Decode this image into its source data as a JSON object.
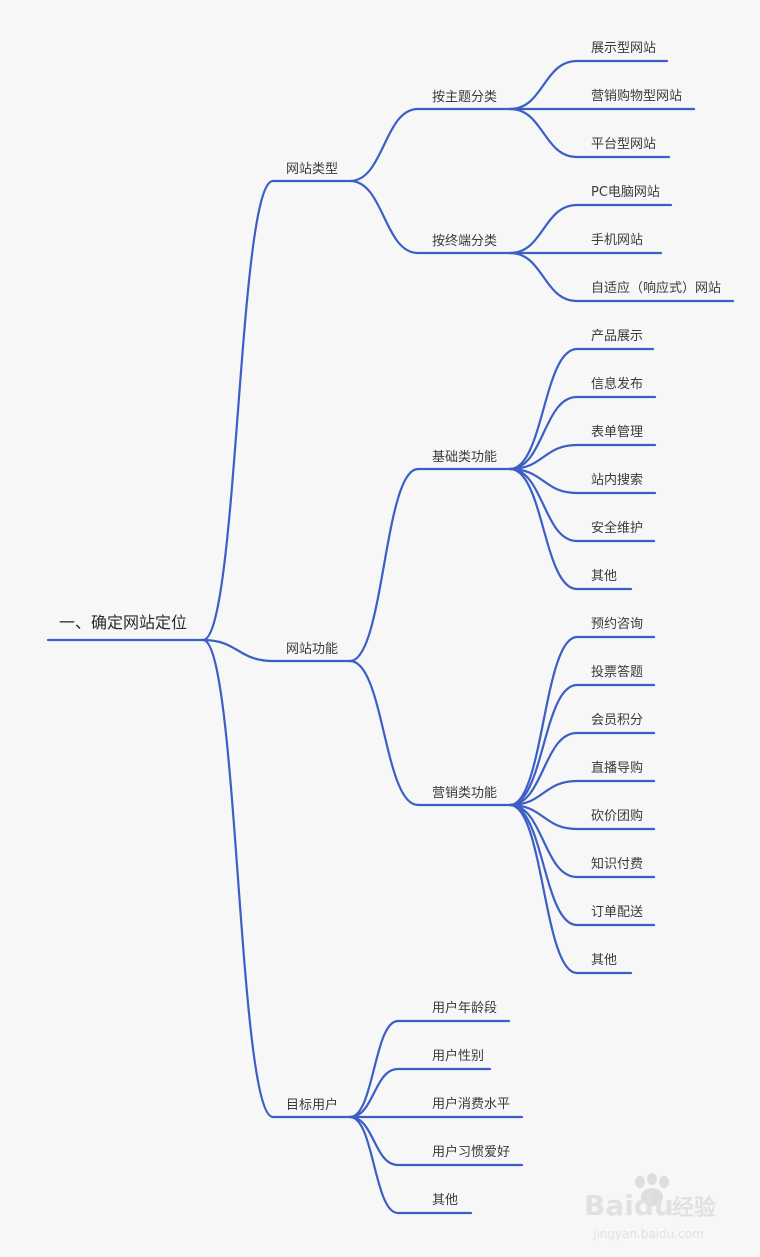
{
  "root": {
    "label": "一、确定网站定位"
  },
  "sections": [
    {
      "label": "网站类型",
      "groups": [
        {
          "label": "按主题分类",
          "items": [
            "展示型网站",
            "营销购物型网站",
            "平台型网站"
          ]
        },
        {
          "label": "按终端分类",
          "items": [
            "PC电脑网站",
            "手机网站",
            "自适应（响应式）网站"
          ]
        }
      ]
    },
    {
      "label": "网站功能",
      "groups": [
        {
          "label": "基础类功能",
          "items": [
            "产品展示",
            "信息发布",
            "表单管理",
            "站内搜索",
            "安全维护",
            "其他"
          ]
        },
        {
          "label": "营销类功能",
          "items": [
            "预约咨询",
            "投票答题",
            "会员积分",
            "直播导购",
            "砍价团购",
            "知识付费",
            "订单配送",
            "其他"
          ]
        }
      ]
    },
    {
      "label": "目标用户",
      "items": [
        "用户年龄段",
        "用户性别",
        "用户消费水平",
        "用户习惯爱好",
        "其他"
      ]
    }
  ],
  "watermark": {
    "brand": "Baidu",
    "sub": "经验",
    "url": "jingyan.baidu.com"
  },
  "colors": {
    "line": "#3b5fc4",
    "text": "#3a3a3a",
    "background": "#f7f7f8"
  }
}
